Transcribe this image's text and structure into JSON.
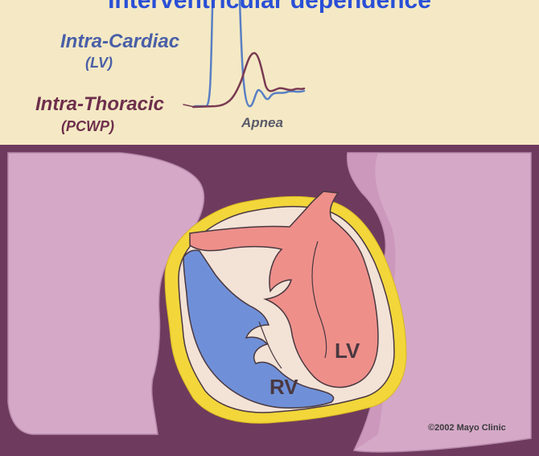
{
  "title": "Interventricular dependence",
  "curve_labels": {
    "intra_cardiac": "Intra-Cardiac",
    "intra_cardiac_sub": "(LV)",
    "intra_thoracic": "Intra-Thoracic",
    "intra_thoracic_sub": "(PCWP)",
    "apnea": "Apnea"
  },
  "heart_labels": {
    "lv": "LV",
    "rv": "RV"
  },
  "copyright": "©2002 Mayo Clinic",
  "colors": {
    "top_panel": "#f4e9c4",
    "background": "#6e3b5e",
    "lung": "#d5a8c8",
    "pericardium": "#f2d63a",
    "lv": "#ee8f8a",
    "rv": "#6f90d8",
    "lv_trace": "#7a3a52",
    "pcwp_trace": "#5a7fc4",
    "title": "#2a4fd6"
  }
}
